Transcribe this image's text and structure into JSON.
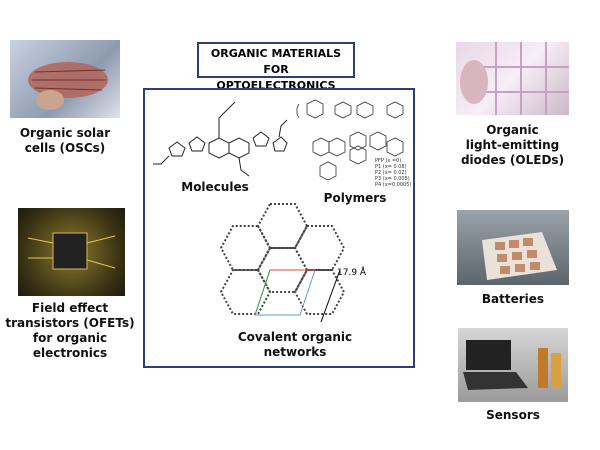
{
  "title": {
    "line1": "ORGANIC MATERIALS FOR",
    "line2": "OPTOELECTRONICS"
  },
  "center": {
    "molecules": "Molecules",
    "polymers": "Polymers",
    "networks": "Covalent organic networks",
    "distance": "17.9 Å",
    "polymer_legend": [
      "PFP (x =0)",
      "P1 (x= 0.08)",
      "P2 (x= 0.02)",
      "P3 (x= 0.005)",
      "P4 (x=0.0005)"
    ]
  },
  "applications": {
    "osc": {
      "line1": "Organic solar",
      "line2": "cells (OSCs)"
    },
    "ofet": {
      "line1": "Field effect",
      "line2": "transistors (OFETs)",
      "line3": "for organic",
      "line4": "electronics"
    },
    "oled": {
      "line1": "Organic",
      "line2": "light-emitting",
      "line3": "diodes (OLEDs)"
    },
    "batteries": "Batteries",
    "sensors": "Sensors"
  }
}
